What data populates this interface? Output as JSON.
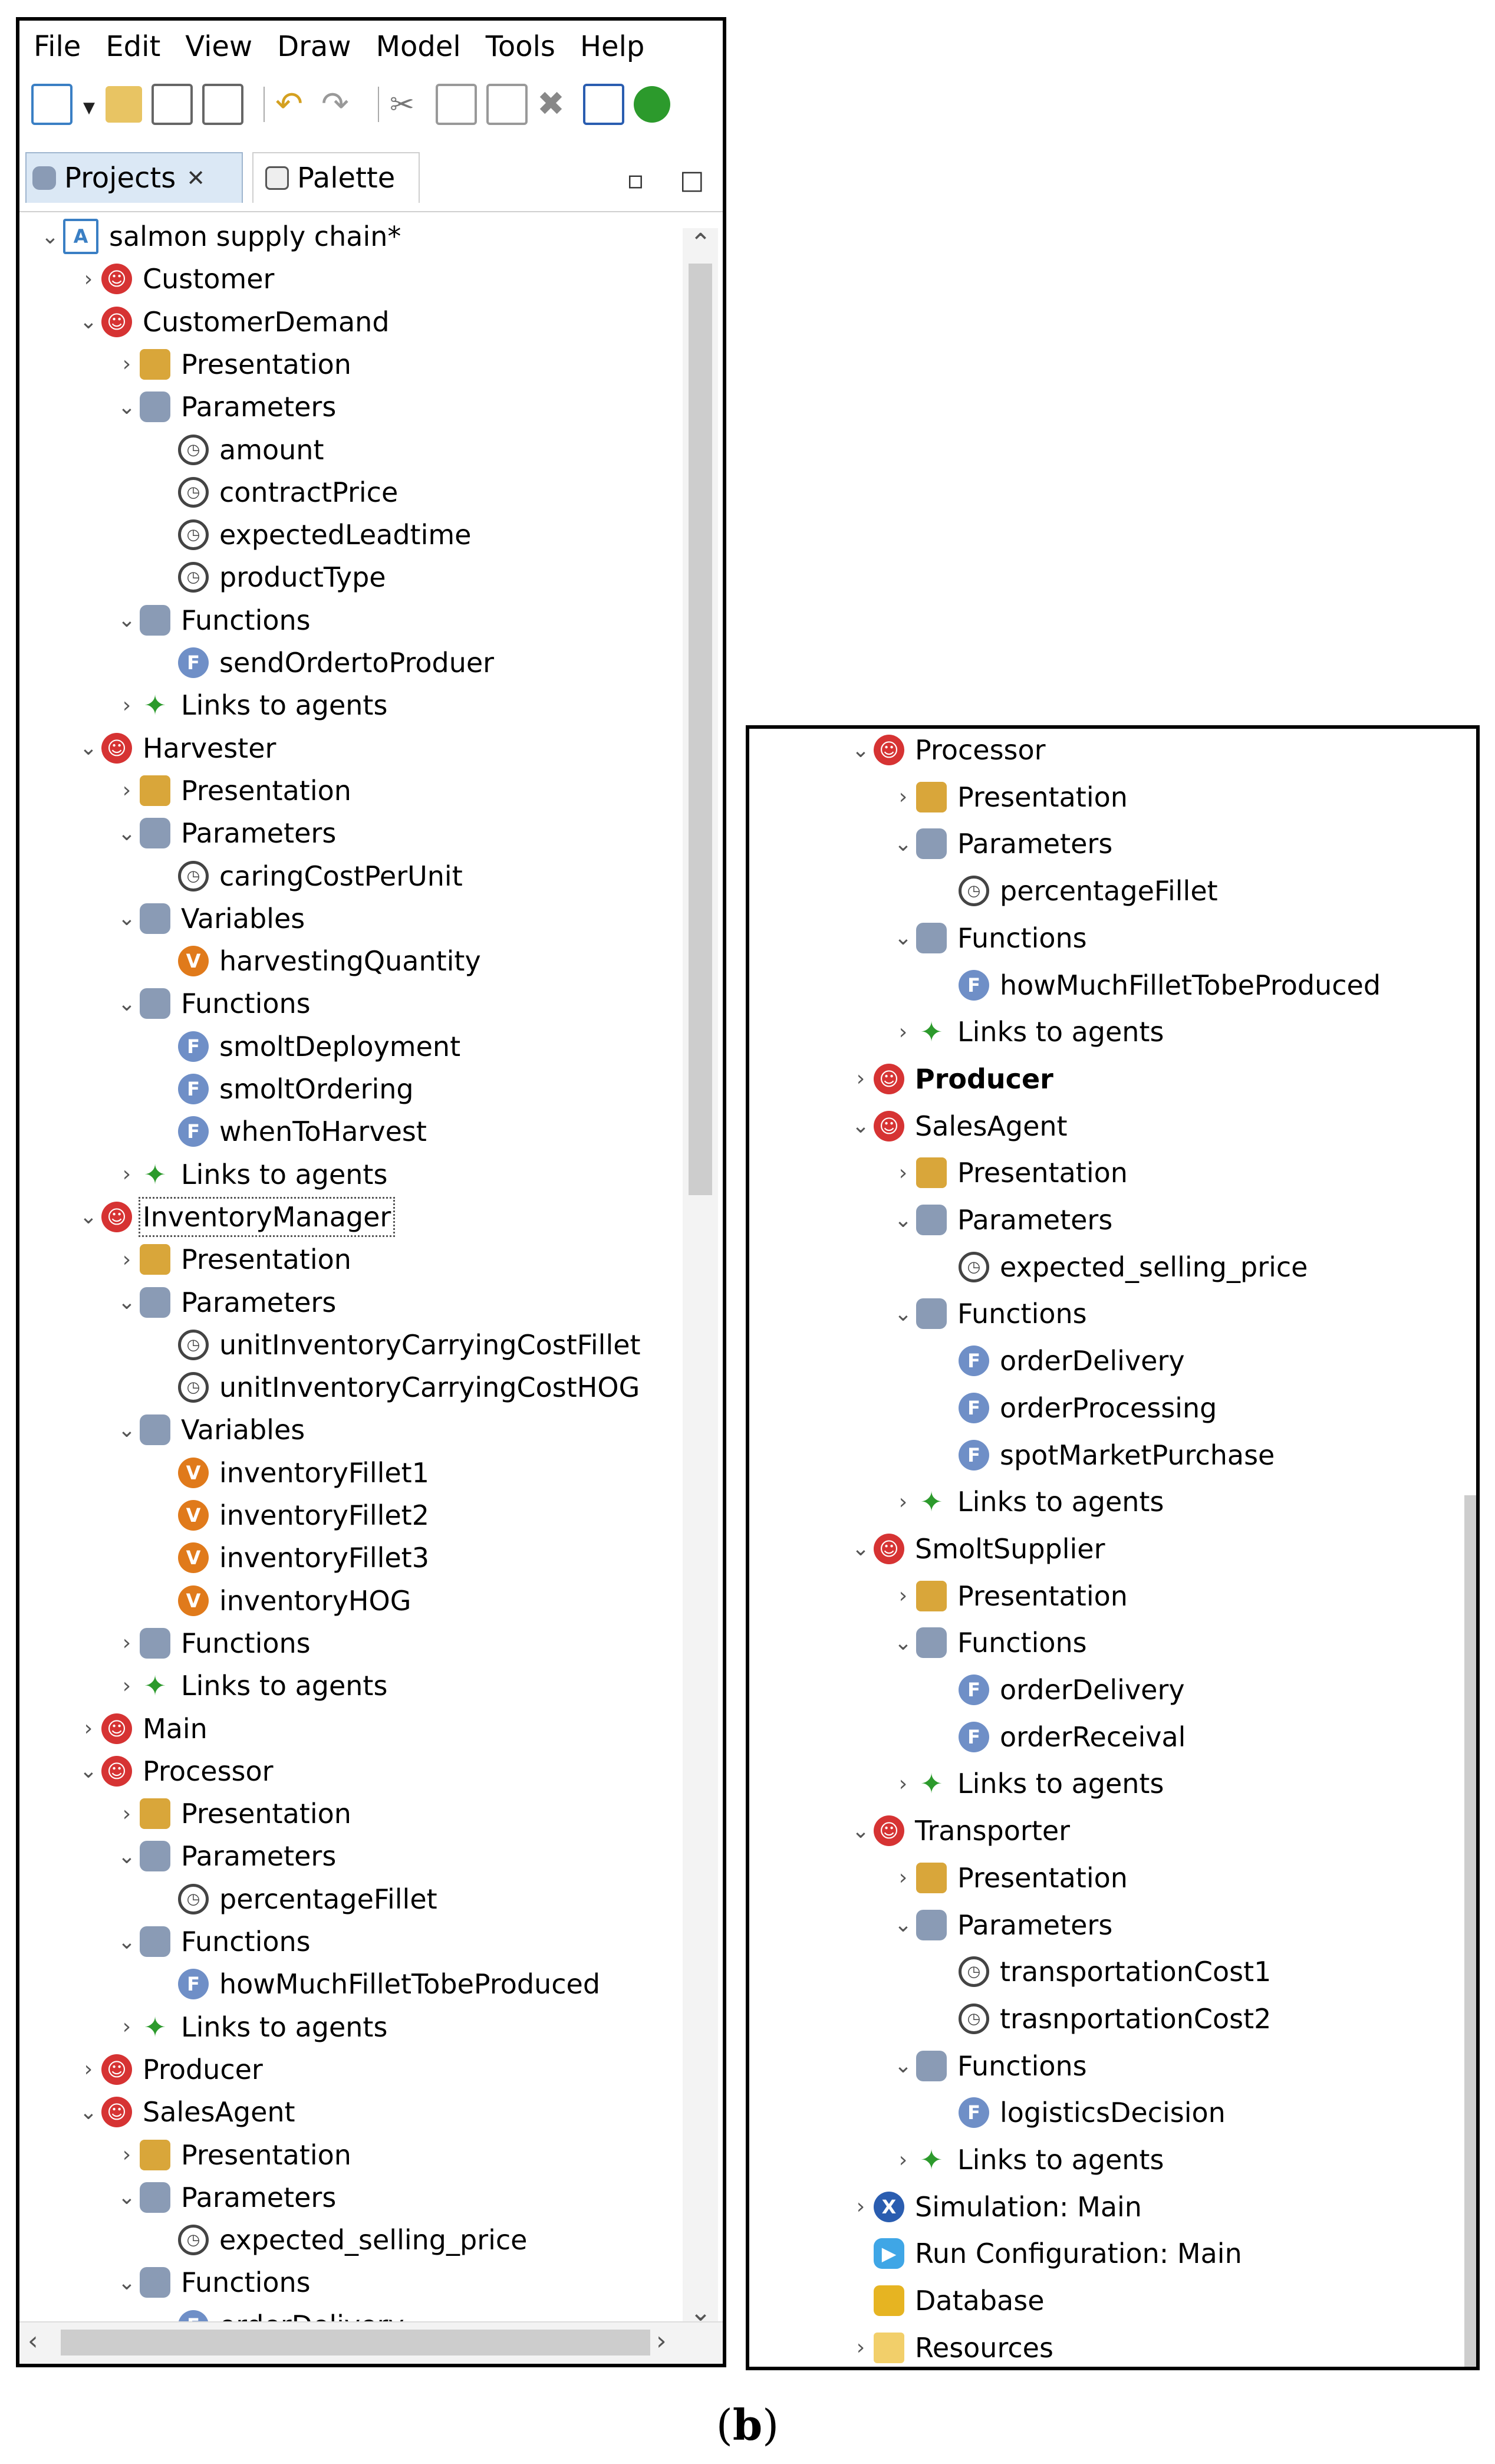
{
  "menu": [
    "File",
    "Edit",
    "View",
    "Draw",
    "Model",
    "Tools",
    "Help"
  ],
  "toolbar_icons": [
    "new-model-icon",
    "dropdown-icon",
    "open-icon",
    "save-icon",
    "save-all-icon",
    "undo-icon",
    "redo-icon",
    "cut-icon",
    "copy-icon",
    "paste-icon",
    "delete-icon",
    "build-icon",
    "run-icon"
  ],
  "tabs": [
    {
      "label": "Projects",
      "active": true
    },
    {
      "label": "Palette",
      "active": false
    }
  ],
  "left_tree": [
    {
      "label": "salmon supply chain*",
      "level": 0,
      "icon": "model",
      "state": "expanded"
    },
    {
      "label": "Customer",
      "level": 1,
      "icon": "agent",
      "state": "collapsed"
    },
    {
      "label": "CustomerDemand",
      "level": 1,
      "icon": "agent",
      "state": "expanded"
    },
    {
      "label": "Presentation",
      "level": 2,
      "icon": "pres",
      "state": "collapsed"
    },
    {
      "label": "Parameters",
      "level": 2,
      "icon": "group",
      "state": "expanded"
    },
    {
      "label": "amount",
      "level": 3,
      "icon": "param",
      "state": "leaf"
    },
    {
      "label": "contractPrice",
      "level": 3,
      "icon": "param",
      "state": "leaf"
    },
    {
      "label": "expectedLeadtime",
      "level": 3,
      "icon": "param",
      "state": "leaf"
    },
    {
      "label": "productType",
      "level": 3,
      "icon": "param",
      "state": "leaf"
    },
    {
      "label": "Functions",
      "level": 2,
      "icon": "group",
      "state": "expanded"
    },
    {
      "label": "sendOrdertoProduer",
      "level": 3,
      "icon": "func",
      "state": "leaf"
    },
    {
      "label": "Links to agents",
      "level": 2,
      "icon": "links",
      "state": "collapsed"
    },
    {
      "label": "Harvester",
      "level": 1,
      "icon": "agent",
      "state": "expanded"
    },
    {
      "label": "Presentation",
      "level": 2,
      "icon": "pres",
      "state": "collapsed"
    },
    {
      "label": "Parameters",
      "level": 2,
      "icon": "group",
      "state": "expanded"
    },
    {
      "label": "caringCostPerUnit",
      "level": 3,
      "icon": "param",
      "state": "leaf"
    },
    {
      "label": "Variables",
      "level": 2,
      "icon": "group",
      "state": "expanded"
    },
    {
      "label": "harvestingQuantity",
      "level": 3,
      "icon": "var",
      "state": "leaf"
    },
    {
      "label": "Functions",
      "level": 2,
      "icon": "group",
      "state": "expanded"
    },
    {
      "label": "smoltDeployment",
      "level": 3,
      "icon": "func",
      "state": "leaf"
    },
    {
      "label": "smoltOrdering",
      "level": 3,
      "icon": "func",
      "state": "leaf"
    },
    {
      "label": "whenToHarvest",
      "level": 3,
      "icon": "func",
      "state": "leaf"
    },
    {
      "label": "Links to agents",
      "level": 2,
      "icon": "links",
      "state": "collapsed"
    },
    {
      "label": "InventoryManager",
      "level": 1,
      "icon": "agent",
      "state": "expanded",
      "selected": true
    },
    {
      "label": "Presentation",
      "level": 2,
      "icon": "pres",
      "state": "collapsed"
    },
    {
      "label": "Parameters",
      "level": 2,
      "icon": "group",
      "state": "expanded"
    },
    {
      "label": "unitInventoryCarryingCostFillet",
      "level": 3,
      "icon": "param",
      "state": "leaf"
    },
    {
      "label": "unitInventoryCarryingCostHOG",
      "level": 3,
      "icon": "param",
      "state": "leaf"
    },
    {
      "label": "Variables",
      "level": 2,
      "icon": "group",
      "state": "expanded"
    },
    {
      "label": "inventoryFillet1",
      "level": 3,
      "icon": "var",
      "state": "leaf"
    },
    {
      "label": "inventoryFillet2",
      "level": 3,
      "icon": "var",
      "state": "leaf"
    },
    {
      "label": "inventoryFillet3",
      "level": 3,
      "icon": "var",
      "state": "leaf"
    },
    {
      "label": "inventoryHOG",
      "level": 3,
      "icon": "var",
      "state": "leaf"
    },
    {
      "label": "Functions",
      "level": 2,
      "icon": "group",
      "state": "collapsed"
    },
    {
      "label": "Links to agents",
      "level": 2,
      "icon": "links",
      "state": "collapsed"
    },
    {
      "label": "Main",
      "level": 1,
      "icon": "agent",
      "state": "collapsed"
    },
    {
      "label": "Processor",
      "level": 1,
      "icon": "agent",
      "state": "expanded"
    },
    {
      "label": "Presentation",
      "level": 2,
      "icon": "pres",
      "state": "collapsed"
    },
    {
      "label": "Parameters",
      "level": 2,
      "icon": "group",
      "state": "expanded"
    },
    {
      "label": "percentageFillet",
      "level": 3,
      "icon": "param",
      "state": "leaf"
    },
    {
      "label": "Functions",
      "level": 2,
      "icon": "group",
      "state": "expanded"
    },
    {
      "label": "howMuchFilletTobeProduced",
      "level": 3,
      "icon": "func",
      "state": "leaf"
    },
    {
      "label": "Links to agents",
      "level": 2,
      "icon": "links",
      "state": "collapsed"
    },
    {
      "label": "Producer",
      "level": 1,
      "icon": "agent",
      "state": "collapsed"
    },
    {
      "label": "SalesAgent",
      "level": 1,
      "icon": "agent",
      "state": "expanded"
    },
    {
      "label": "Presentation",
      "level": 2,
      "icon": "pres",
      "state": "collapsed"
    },
    {
      "label": "Parameters",
      "level": 2,
      "icon": "group",
      "state": "expanded"
    },
    {
      "label": "expected_selling_price",
      "level": 3,
      "icon": "param",
      "state": "leaf"
    },
    {
      "label": "Functions",
      "level": 2,
      "icon": "group",
      "state": "expanded"
    },
    {
      "label": "orderDelivery",
      "level": 3,
      "icon": "func",
      "state": "leaf"
    }
  ],
  "right_tree": [
    {
      "label": "Processor",
      "level": 1,
      "icon": "agent",
      "state": "expanded"
    },
    {
      "label": "Presentation",
      "level": 2,
      "icon": "pres",
      "state": "collapsed"
    },
    {
      "label": "Parameters",
      "level": 2,
      "icon": "group",
      "state": "expanded"
    },
    {
      "label": "percentageFillet",
      "level": 3,
      "icon": "param",
      "state": "leaf"
    },
    {
      "label": "Functions",
      "level": 2,
      "icon": "group",
      "state": "expanded"
    },
    {
      "label": "howMuchFilletTobeProduced",
      "level": 3,
      "icon": "func",
      "state": "leaf"
    },
    {
      "label": "Links to agents",
      "level": 2,
      "icon": "links",
      "state": "collapsed"
    },
    {
      "label": "Producer",
      "level": 1,
      "icon": "agent",
      "state": "collapsed",
      "bold": true
    },
    {
      "label": "SalesAgent",
      "level": 1,
      "icon": "agent",
      "state": "expanded"
    },
    {
      "label": "Presentation",
      "level": 2,
      "icon": "pres",
      "state": "collapsed"
    },
    {
      "label": "Parameters",
      "level": 2,
      "icon": "group",
      "state": "expanded"
    },
    {
      "label": "expected_selling_price",
      "level": 3,
      "icon": "param",
      "state": "leaf"
    },
    {
      "label": "Functions",
      "level": 2,
      "icon": "group",
      "state": "expanded"
    },
    {
      "label": "orderDelivery",
      "level": 3,
      "icon": "func",
      "state": "leaf"
    },
    {
      "label": "orderProcessing",
      "level": 3,
      "icon": "func",
      "state": "leaf"
    },
    {
      "label": "spotMarketPurchase",
      "level": 3,
      "icon": "func",
      "state": "leaf"
    },
    {
      "label": "Links to agents",
      "level": 2,
      "icon": "links",
      "state": "collapsed"
    },
    {
      "label": "SmoltSupplier",
      "level": 1,
      "icon": "agent",
      "state": "expanded"
    },
    {
      "label": "Presentation",
      "level": 2,
      "icon": "pres",
      "state": "collapsed"
    },
    {
      "label": "Functions",
      "level": 2,
      "icon": "group",
      "state": "expanded"
    },
    {
      "label": "orderDelivery",
      "level": 3,
      "icon": "func",
      "state": "leaf"
    },
    {
      "label": "orderReceival",
      "level": 3,
      "icon": "func",
      "state": "leaf"
    },
    {
      "label": "Links to agents",
      "level": 2,
      "icon": "links",
      "state": "collapsed"
    },
    {
      "label": "Transporter",
      "level": 1,
      "icon": "agent",
      "state": "expanded"
    },
    {
      "label": "Presentation",
      "level": 2,
      "icon": "pres",
      "state": "collapsed"
    },
    {
      "label": "Parameters",
      "level": 2,
      "icon": "group",
      "state": "expanded"
    },
    {
      "label": "transportationCost1",
      "level": 3,
      "icon": "param",
      "state": "leaf"
    },
    {
      "label": "trasnportationCost2",
      "level": 3,
      "icon": "param",
      "state": "leaf"
    },
    {
      "label": "Functions",
      "level": 2,
      "icon": "group",
      "state": "expanded"
    },
    {
      "label": "logisticsDecision",
      "level": 3,
      "icon": "func",
      "state": "leaf"
    },
    {
      "label": "Links to agents",
      "level": 2,
      "icon": "links",
      "state": "collapsed"
    },
    {
      "label": "Simulation: Main",
      "level": 1,
      "icon": "sim",
      "state": "collapsed"
    },
    {
      "label": "Run Configuration: Main",
      "level": 1,
      "icon": "run",
      "state": "leaf"
    },
    {
      "label": "Database",
      "level": 1,
      "icon": "db",
      "state": "leaf"
    },
    {
      "label": "Resources",
      "level": 1,
      "icon": "folder",
      "state": "collapsed"
    }
  ],
  "caption": {
    "open": "(",
    "letter": "b",
    "close": ")"
  }
}
